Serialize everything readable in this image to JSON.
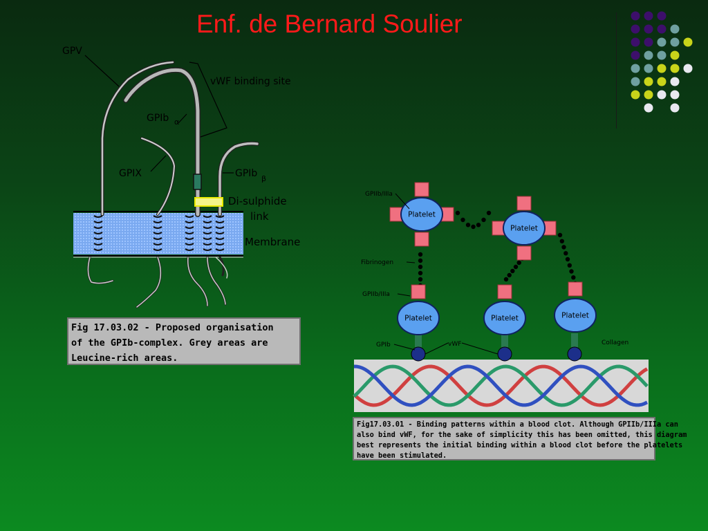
{
  "title": "Enf. de Bernard Soulier",
  "colors": {
    "title": "#ff1a1a",
    "dot_purple": "#3d0f6b",
    "dot_teal": "#6fa0a0",
    "dot_yellow": "#c9d41a",
    "dot_white": "#e8e8f0"
  },
  "fig_left": {
    "labels": {
      "gpv": "GPV",
      "vwf_site": "vWF binding site",
      "gpib_alpha": "GPIb",
      "alpha": "α",
      "gpix": "GPIX",
      "gpib_beta": "GPIb",
      "beta": "β",
      "disulphide": "Di-sulphide",
      "link": "link",
      "membrane": "Membrane"
    },
    "caption": [
      "Fig 17.03.02 - Proposed organisation",
      "of the GPIb-complex. Grey areas are",
      "Leucine-rich areas."
    ]
  },
  "fig_right": {
    "labels": {
      "gpiib_top": "GPIIb/IIIa",
      "fibrinogen": "Fibrinogen",
      "gpiib_mid": "GPIIb/IIIa",
      "gpib": "GPIb",
      "vwf": "vWF",
      "collagen": "Collagen",
      "platelet": "Platelet"
    },
    "caption": [
      "Fig17.03.01 - Binding patterns within a blood clot. Although GPIIb/IIIa can",
      "also bind vWF, for the sake of simplicity this has been omitted, this diagram",
      "best represents the initial binding within a blood clot before the platelets",
      "have been stimulated."
    ]
  }
}
